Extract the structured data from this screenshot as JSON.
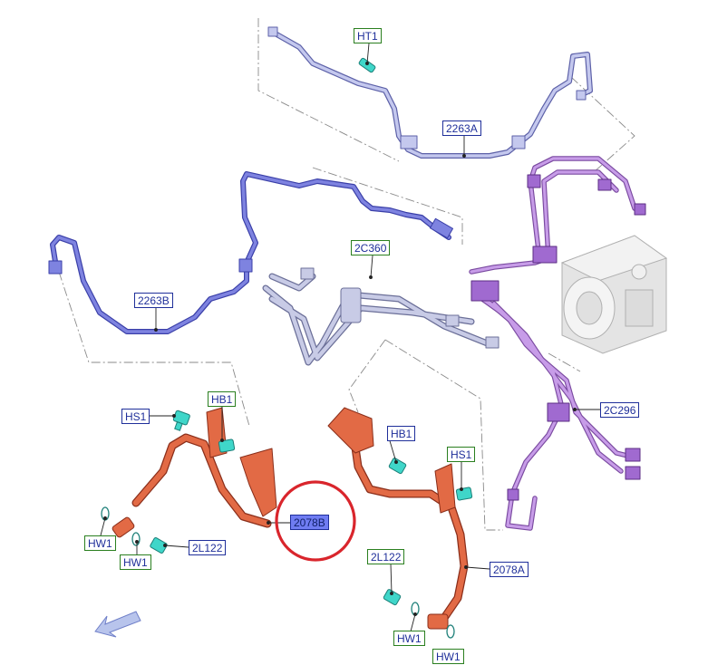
{
  "diagram": {
    "colors": {
      "upper_line": "#b9bde6",
      "line_2263B": "#7276d6",
      "line_2C360": "#aeb3da",
      "line_2C296": "#b47fd8",
      "hose": "#e26a45",
      "fastener": "#3fd6c9",
      "callout_part_border": "#1f2f9a",
      "callout_hw_border": "#2a7f1f",
      "callout_selected_fill": "#6f7cf2",
      "highlight_ring": "#d9252c",
      "abs_unit": "#e4e4e4"
    },
    "labels": {
      "ht1": "HT1",
      "a2263": "2263A",
      "b2263": "2263B",
      "c2c360": "2C360",
      "c2c296": "2C296",
      "hs1_left": "HS1",
      "hb1_left": "HB1",
      "hb1_right": "HB1",
      "hs1_right": "HS1",
      "hose_2078b": "2078B",
      "hose_2078a": "2078A",
      "l2l122_left": "2L122",
      "l2l122_right": "2L122",
      "hw1_a": "HW1",
      "hw1_b": "HW1",
      "hw1_c": "HW1",
      "hw1_d": "HW1"
    },
    "icons": {
      "direction": "arrow-front-left-icon",
      "highlight": "highlight-circle-icon"
    }
  }
}
